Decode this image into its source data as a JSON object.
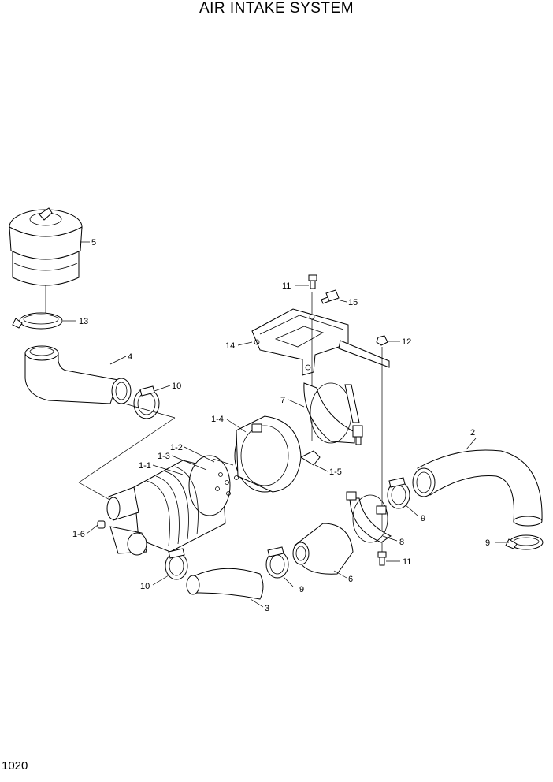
{
  "title": "AIR INTAKE SYSTEM",
  "page_number": "1020",
  "callouts": {
    "c5": "5",
    "c13": "13",
    "c4": "4",
    "c10a": "10",
    "c11a": "11",
    "c15": "15",
    "c14": "14",
    "c12": "12",
    "c7": "7",
    "c1_4": "1-4",
    "c1_2": "1-2",
    "c1_3": "1-3",
    "c1_1": "1-1",
    "c1_5": "1-5",
    "c2": "2",
    "c9a": "9",
    "c9b": "9",
    "c8": "8",
    "c11b": "11",
    "c1_6": "1-6",
    "c10b": "10",
    "c9c": "9",
    "c6": "6",
    "c3": "3"
  }
}
